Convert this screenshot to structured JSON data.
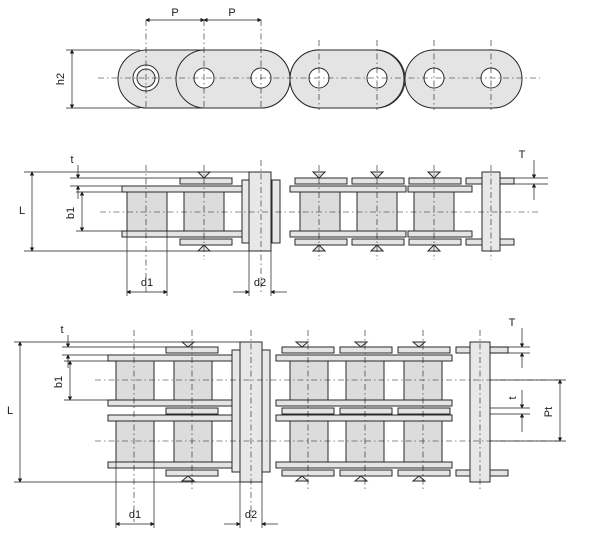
{
  "labels": {
    "pitch": "P",
    "plate_height": "h2",
    "plate_thickness": "t",
    "outer_plate_thickness": "T",
    "inner_width": "b1",
    "overall_length": "L",
    "roller_diameter": "d1",
    "pin_diameter": "d2",
    "transverse_pitch": "Pt"
  }
}
